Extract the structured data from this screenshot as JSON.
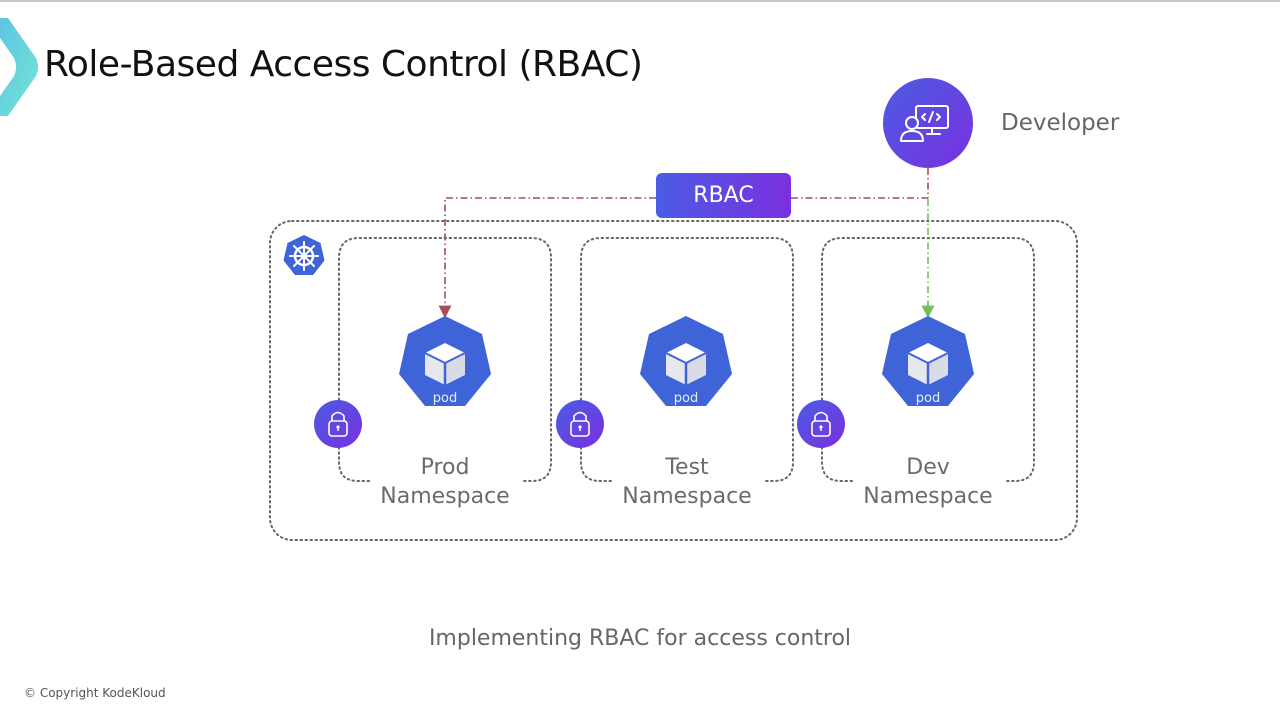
{
  "slide": {
    "title": "Role-Based Access Control (RBAC)",
    "caption": "Implementing RBAC for access control",
    "copyright": "© Copyright KodeKloud"
  },
  "colors": {
    "pod_blue": "#3e64d8",
    "lock_gradient_start": "#4b5ce3",
    "lock_gradient_end": "#7a30e0",
    "rbac_line": "#a84a5e",
    "allowed_line": "#6fbf5a",
    "namespace_border": "#666666",
    "logo_teal": "#5fd8dc"
  },
  "diagram": {
    "developer": {
      "label": "Developer",
      "icon": "developer-code-icon"
    },
    "rbac": {
      "label": "RBAC"
    },
    "cluster": {
      "icon": "kubernetes-helm-icon"
    },
    "namespaces": [
      {
        "name": "prod",
        "line1": "Prod",
        "line2": "Namespace",
        "pod_label": "pod",
        "lock_icon": "lock-icon",
        "access": "rbac-restricted"
      },
      {
        "name": "test",
        "line1": "Test",
        "line2": "Namespace",
        "pod_label": "pod",
        "lock_icon": "lock-icon",
        "access": "none"
      },
      {
        "name": "dev",
        "line1": "Dev",
        "line2": "Namespace",
        "pod_label": "pod",
        "lock_icon": "lock-icon",
        "access": "developer-allowed"
      }
    ]
  }
}
